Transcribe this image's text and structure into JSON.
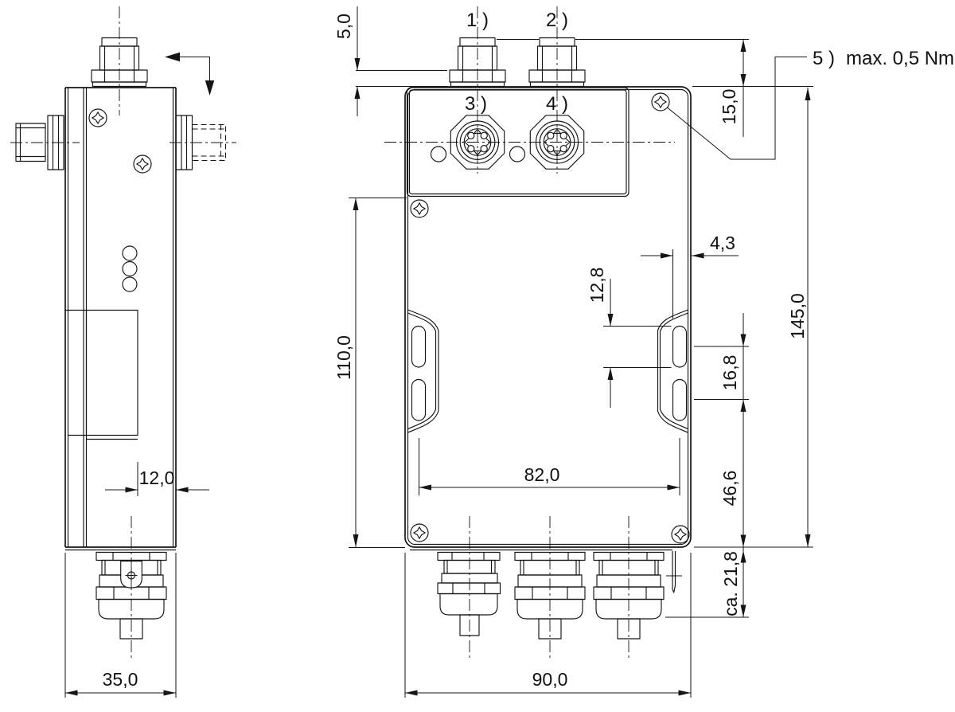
{
  "drawing_type": "dimensional-drawing",
  "labels": {
    "c1": "1 )",
    "c2": "2 )",
    "c3": "3 )",
    "c4": "4 )"
  },
  "note": {
    "label": "5 )",
    "text": "max. 0,5 Nm"
  },
  "dims": {
    "washer_height": "5,0",
    "connector_protrusion": "15,0",
    "total_height": "145,0",
    "body_height": "110,0",
    "slot_width": "4,3",
    "slot_length": "12,8",
    "slot_pitch": "16,8",
    "hole_spacing": "82,0",
    "slot_to_base": "46,6",
    "gland_length": "ca. 21,8",
    "front_width": "90,0",
    "side_offset": "12,0",
    "side_width": "35,0"
  }
}
